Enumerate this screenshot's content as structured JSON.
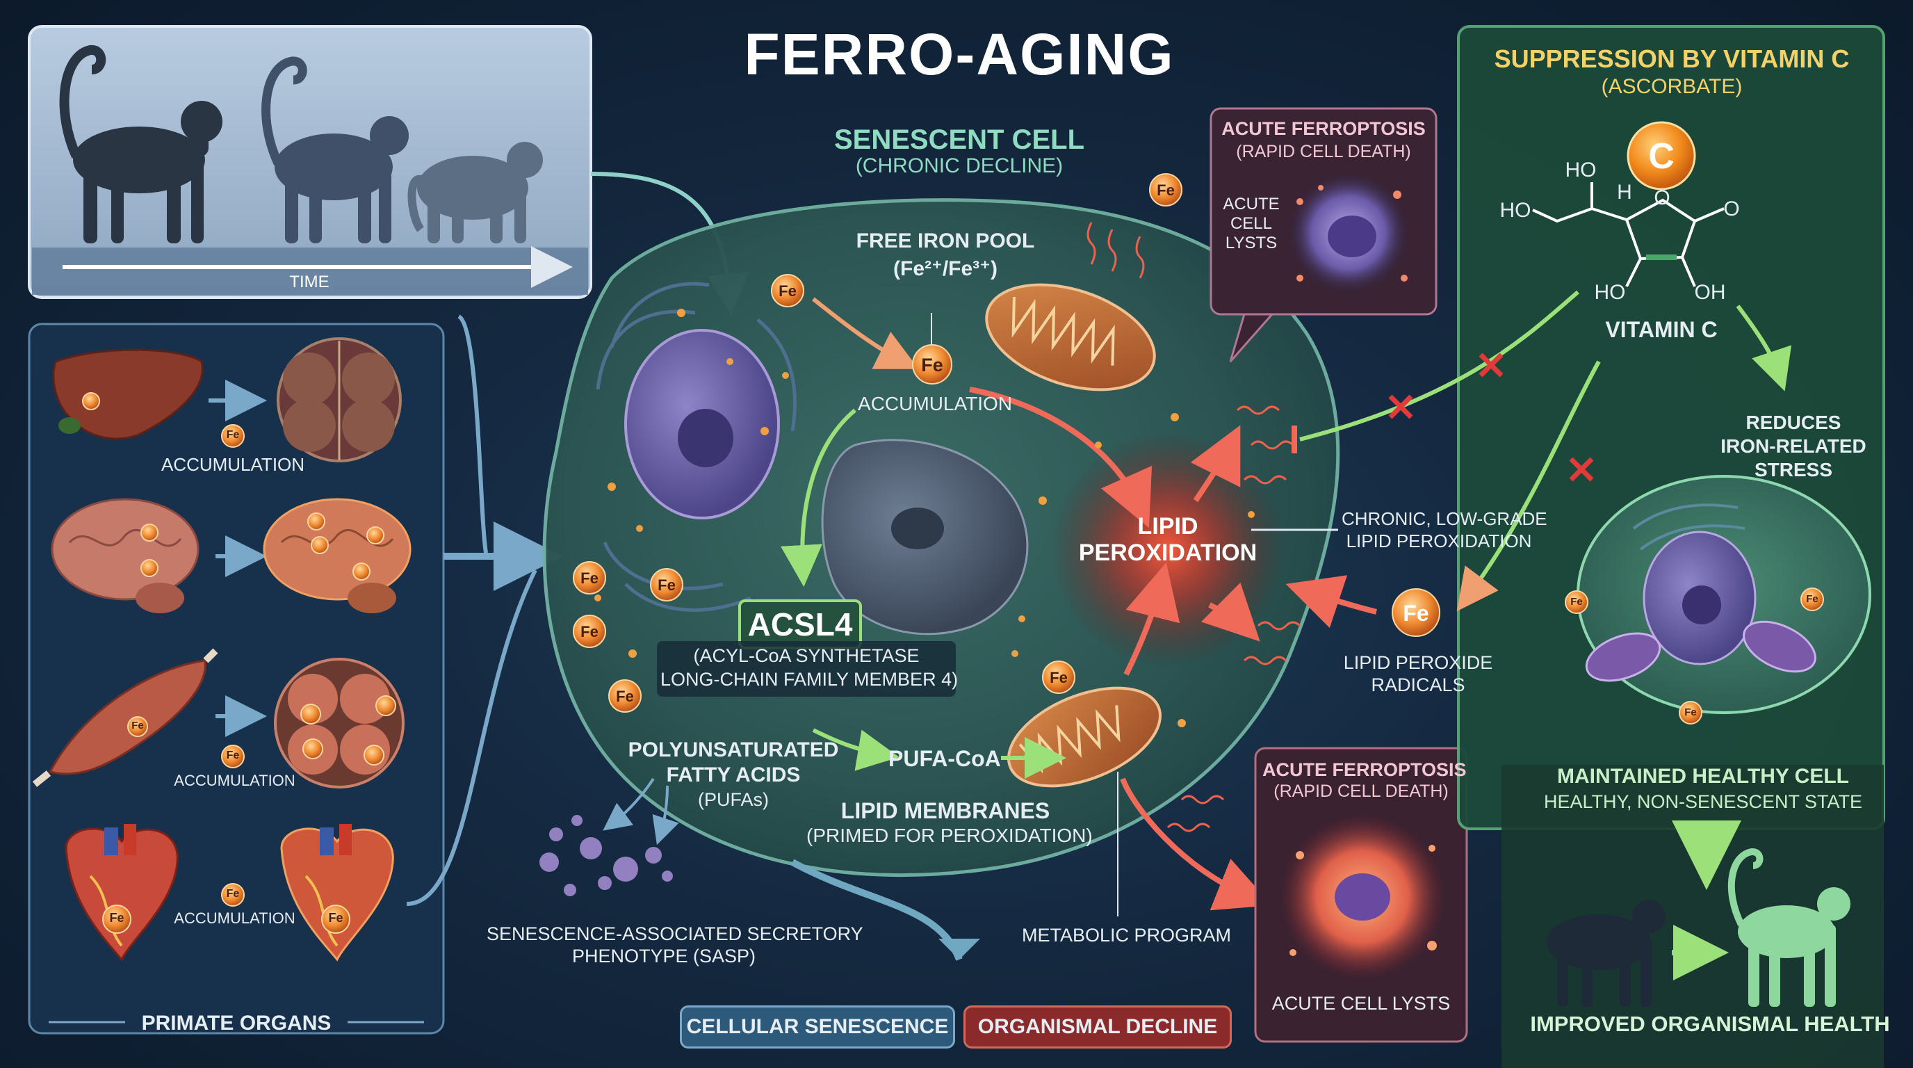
{
  "title": "FERRO-AGING",
  "time_panel": {
    "axis_label": "TIME"
  },
  "organs_panel": {
    "accumulation_label": "ACCUMULATION",
    "footer": "PRIMATE ORGANS"
  },
  "iron_badge": "Fe",
  "senescent_cell": {
    "title": "SENESCENT CELL",
    "subtitle": "(CHRONIC DECLINE)",
    "free_iron_pool": "FREE IRON POOL",
    "iron_species": "(Fe²⁺/Fe³⁺)",
    "accumulation": "ACCUMULATION",
    "acsl4": "ACSL4",
    "acsl4_full_1": "(ACYL-CoA SYNTHETASE",
    "acsl4_full_2": "LONG-CHAIN FAMILY MEMBER 4)",
    "pufa_1": "POLYUNSATURATED",
    "pufa_2": "FATTY ACIDS",
    "pufa_3": "(PUFAs)",
    "pufa_coa": "PUFA-CoA",
    "lipid_membranes_1": "LIPID MEMBRANES",
    "lipid_membranes_2": "(PRIMED FOR PEROXIDATION)",
    "lipid_peroxidation_1": "LIPID",
    "lipid_peroxidation_2": "PEROXIDATION",
    "chronic_1": "CHRONIC, LOW-GRADE",
    "chronic_2": "LIPID PEROXIDATION",
    "radicals_1": "LIPID PEROXIDE",
    "radicals_2": "RADICALS",
    "sasp_1": "SENESCENCE-ASSOCIATED SECRETORY",
    "sasp_2": "PHENOTYPE (SASP)",
    "metabolic_program": "METABOLIC PROGRAM"
  },
  "acute_top": {
    "title": "ACUTE FERROPTOSIS",
    "subtitle": "(RAPID CELL DEATH)",
    "lysts_1": "ACUTE",
    "lysts_2": "CELL",
    "lysts_3": "LYSTS"
  },
  "acute_bottom": {
    "title": "ACUTE FERROPTOSIS",
    "subtitle": "(RAPID CELL DEATH)",
    "lysts": "ACUTE CELL LYSTS"
  },
  "vitamin_c_panel": {
    "title": "SUPPRESSION BY VITAMIN C",
    "subtitle": "(ASCORBATE)",
    "c_badge": "C",
    "ho_top": "HO",
    "ho_left": "HO",
    "h_label": "H",
    "o_ring": "O",
    "o_carbonyl": "O",
    "ho_bottom": "HO",
    "oh_bottom": "OH",
    "molecule_name": "VITAMIN C",
    "reduces_1": "REDUCES",
    "reduces_2": "IRON-RELATED",
    "reduces_3": "STRESS",
    "healthy_1": "MAINTAINED HEALTHY CELL",
    "healthy_2": "HEALTHY, NON-SENESCENT STATE",
    "footer": "IMPROVED ORGANISMAL HEALTH"
  },
  "outcomes": {
    "cellular": "CELLULAR SENESCENCE",
    "organismal": "ORGANISMAL DECLINE"
  },
  "colors": {
    "background": "#14283f",
    "cell_fill": "#2f5d5a",
    "iron": "#f0a050",
    "peroxidation": "#ff3b2f",
    "vitamin_panel": "#1e4a3c",
    "healthy_green": "#8ed89a",
    "acute_panel": "#3a2230"
  }
}
